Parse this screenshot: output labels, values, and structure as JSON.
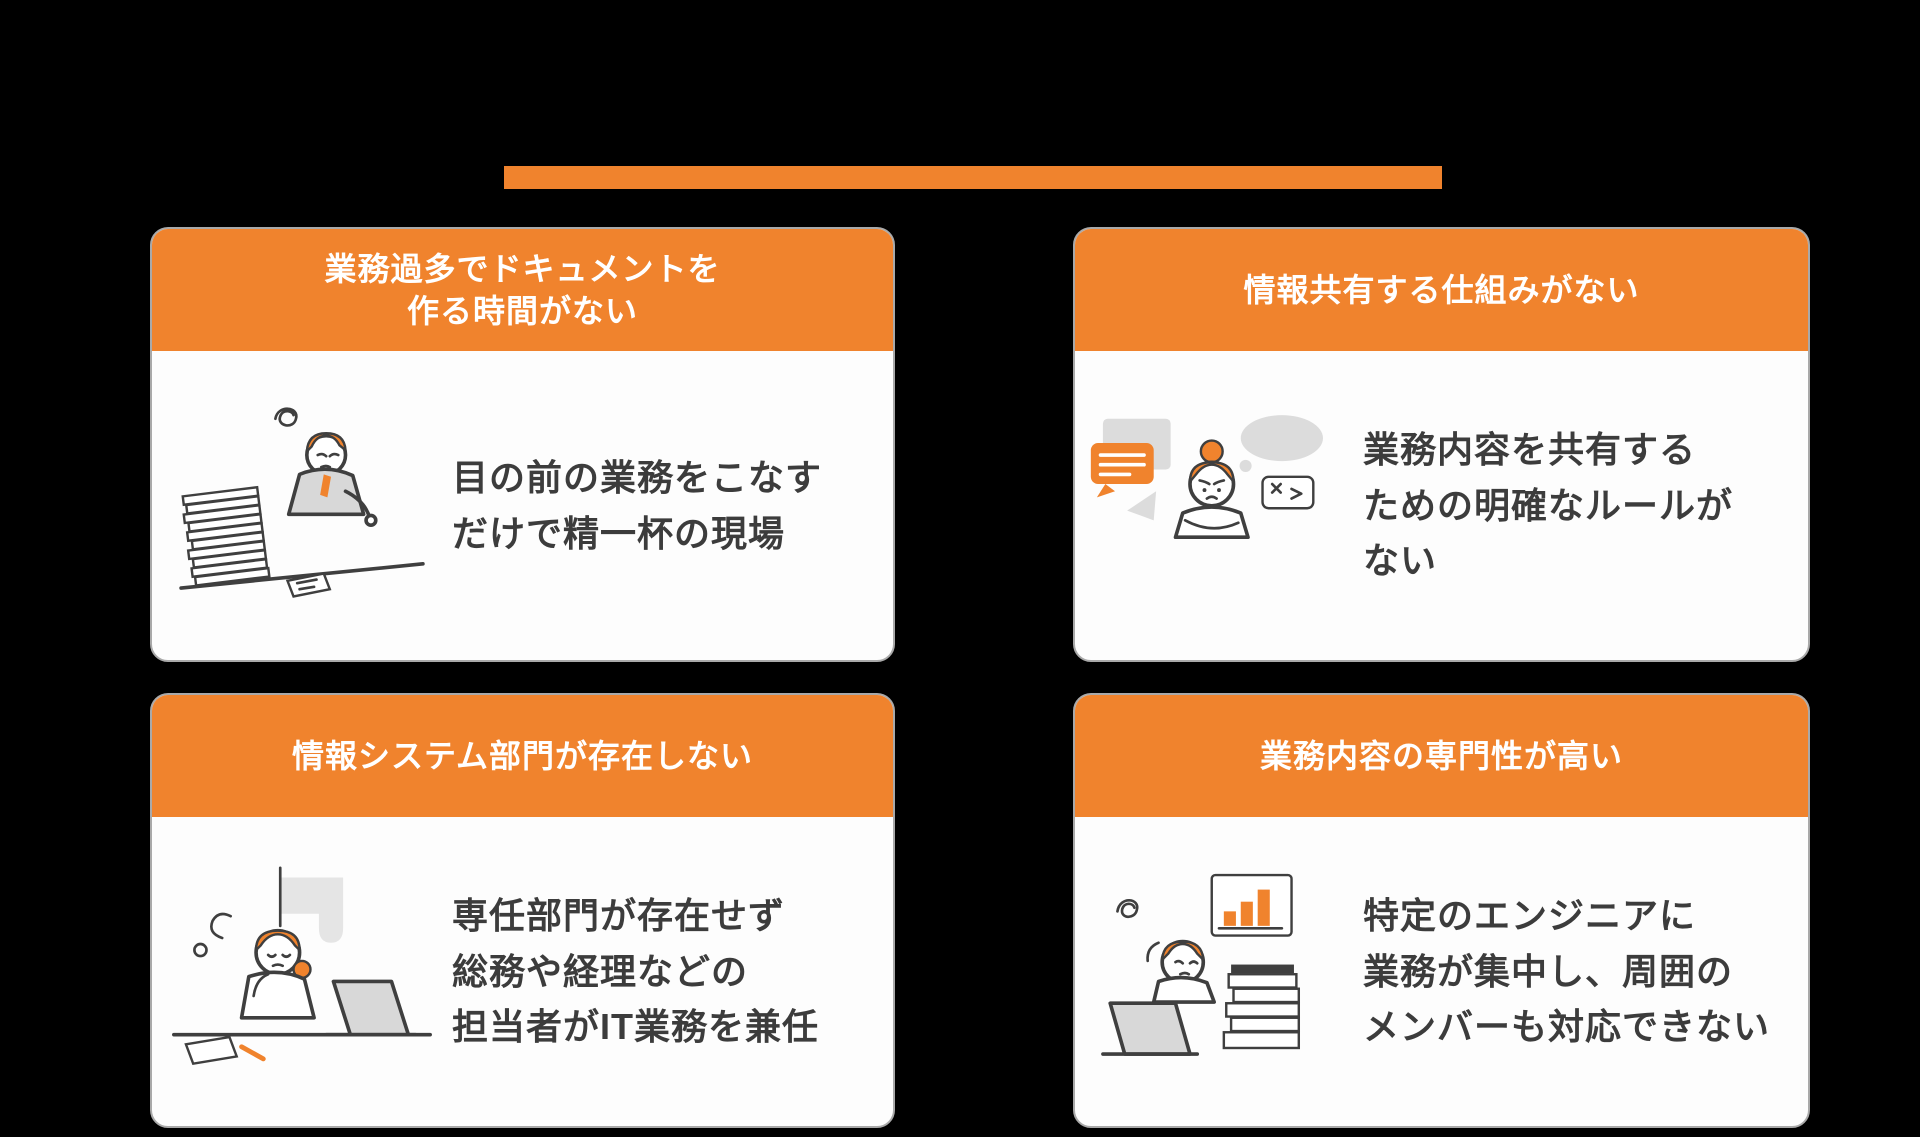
{
  "colors": {
    "accent": "#F0832D",
    "background": "#000000",
    "card_text": "#3C3C3C",
    "card_border": "#A9A9A9",
    "header_text": "#FFFFFF"
  },
  "title_underline": {
    "shape": "orange-bar"
  },
  "cards": [
    {
      "id": "overwork-no-time",
      "title_lines": [
        "業務過多でドキュメントを",
        "作る時間がない"
      ],
      "body_lines": [
        "目の前の業務をこなす",
        "だけで精一杯の現場"
      ],
      "illustration": "overworked-man-with-paper-stack"
    },
    {
      "id": "no-sharing-scheme",
      "title_lines": [
        "情報共有する仕組みがない"
      ],
      "body_lines": [
        "業務内容を共有する",
        "ための明確なルールが",
        "ない"
      ],
      "illustration": "confused-woman-with-speech-bubbles"
    },
    {
      "id": "no-it-department",
      "title_lines": [
        "情報システム部門が存在しない"
      ],
      "body_lines": [
        "専任部門が存在せず",
        "総務や経理などの",
        "担当者がIT業務を兼任"
      ],
      "illustration": "tired-woman-at-desk-with-laptop"
    },
    {
      "id": "high-specialization",
      "title_lines": [
        "業務内容の専門性が高い"
      ],
      "body_lines": [
        "特定のエンジニアに",
        "業務が集中し、周囲の",
        "メンバーも対応できない"
      ],
      "illustration": "stressed-engineer-with-chart-and-books"
    }
  ]
}
